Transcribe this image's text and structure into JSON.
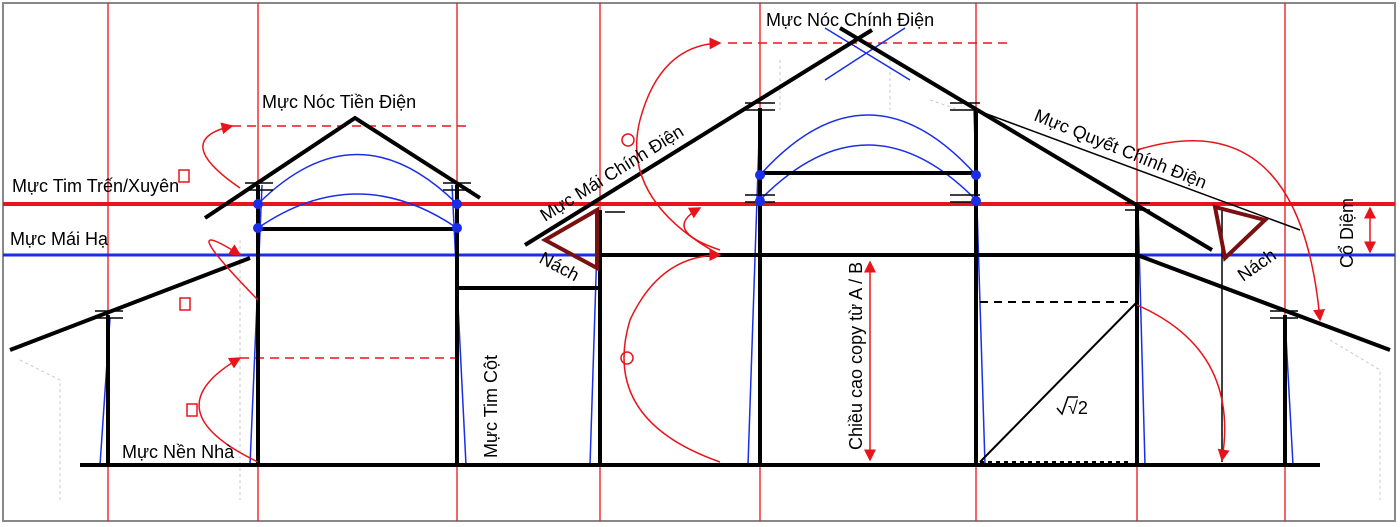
{
  "labels": {
    "main_ridge": "Mực Nóc Chính Điện",
    "front_ridge": "Mực Nóc Tiền Điện",
    "tie_beam": "Mực Tim Trến/Xuyên",
    "lower_roof": "Mực Mái Hạ",
    "main_roof": "Mực Mái Chính Điện",
    "main_rafter": "Mực Quyết Chính Điện",
    "co_diem": "Cổ Diệm",
    "nach_left": "Nách",
    "nach_right": "Nách",
    "copy_height": "Chiều cao copy từ A / B",
    "column_axis": "Mực Tim Cột",
    "floor": "Mực Nền Nhà",
    "sqrt2": "√2"
  },
  "colors": {
    "red": "#e8141b",
    "blue": "#1a2ee8",
    "black": "#000000",
    "darkred": "#7a1010",
    "light": "#c8c8c8"
  }
}
